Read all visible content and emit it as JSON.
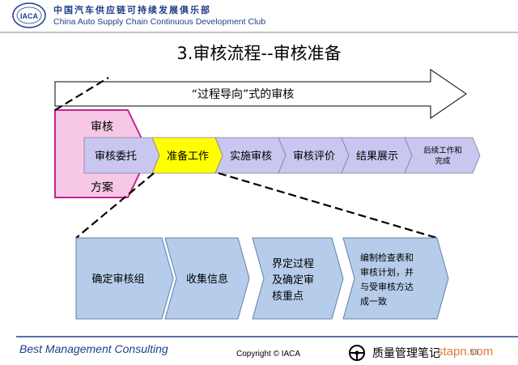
{
  "header": {
    "logo_text": "IACA",
    "org_name_cn": "中国汽车供应链可持续发展俱乐部",
    "org_name_en": "China Auto Supply Chain Continuous Development Club"
  },
  "slide": {
    "title": "3.审核流程--审核准备"
  },
  "diagram": {
    "banner_text": "“过程导向”式的审核",
    "plan_box": {
      "top_label": "审核",
      "bottom_label": "方案"
    },
    "process_steps": [
      {
        "label": "审核委托"
      },
      {
        "label": "准备工作",
        "highlight": true
      },
      {
        "label": "实施审核"
      },
      {
        "label": "审核评价"
      },
      {
        "label": "结果展示"
      },
      {
        "label_line1": "后续工作和",
        "label_line2": "完成"
      }
    ],
    "detail_steps": [
      {
        "lines": [
          "确定审核组"
        ]
      },
      {
        "lines": [
          "收集信息"
        ]
      },
      {
        "lines": [
          "界定过程",
          "及确定审",
          "核重点"
        ]
      },
      {
        "lines": [
          "编制检查表和",
          "审核计划，并",
          "与受审核方达",
          "成一致"
        ]
      }
    ],
    "colors": {
      "pink": "#f7c8e6",
      "pink_border": "#c8228f",
      "lavender": "#c9c6ef",
      "yellow": "#ffff00",
      "detail_blue": "#b5cdea"
    }
  },
  "footer": {
    "brand": "Best Management Consulting",
    "copyright": "Copyright © IACA",
    "page_number": "58",
    "watermark_text": "质量管理笔记",
    "watermark_url": "stapn.com"
  }
}
